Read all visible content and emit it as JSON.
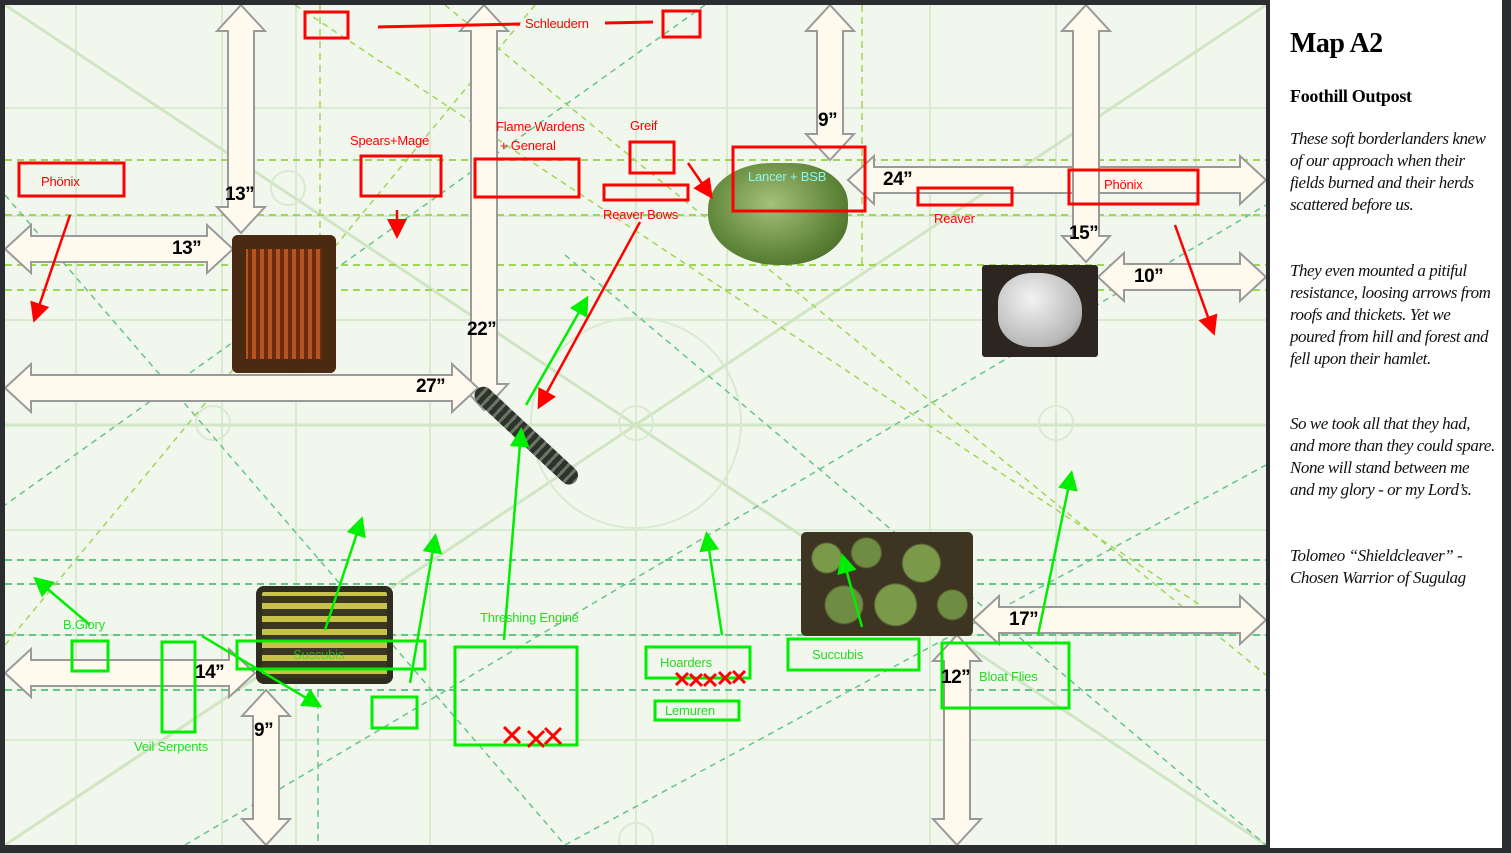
{
  "panel": {
    "title": "Map A2",
    "subtitle": "Foothill Outpost",
    "paragraphs": [
      "These soft borderlanders knew of our approach when their fields burned and their herds scattered before us.",
      "They even mounted a pitiful resistance, loosing arrows from roofs and thickets. Yet we poured from hill and forest and fell upon their hamlet.",
      "So we took all that they had, and more than they could spare. None will stand between me and my glory - or my Lord’s.",
      "Tolomeo “Shieldcleaver” - Chosen Warrior of Sugulag"
    ]
  },
  "distances": [
    "13”",
    "13”",
    "22”",
    "27”",
    "9”",
    "24”",
    "15”",
    "10”",
    "17”",
    "12”",
    "14”",
    "9”"
  ],
  "enemy_labels": {
    "schleudern": "Schleudern",
    "spears_mage": "Spears+Mage",
    "flame_wardens": "Flame Wardens",
    "general": "+ General",
    "greif": "Greif",
    "reaver_bows": "Reaver Bows",
    "phoenix_left": "Phönix",
    "lancer_bsb": "Lancer + BSB",
    "reaver": "Reaver",
    "phoenix_right": "Phönix"
  },
  "friendly_labels": {
    "b_glory": "B.Glory",
    "veil_serpents": "Veil Serpents",
    "succubis_left": "Succubis",
    "threshing_engine": "Threshing Engine",
    "hoarders": "Hoarders",
    "lemuren": "Lemuren",
    "succubis_right": "Succubis",
    "bloat_flies": "Bloat Flies"
  },
  "colors": {
    "enemy": "#ff0000",
    "friendly": "#00ee00",
    "map_bg": "#f2f7ee",
    "arrow_fill": "#fff9ee"
  }
}
